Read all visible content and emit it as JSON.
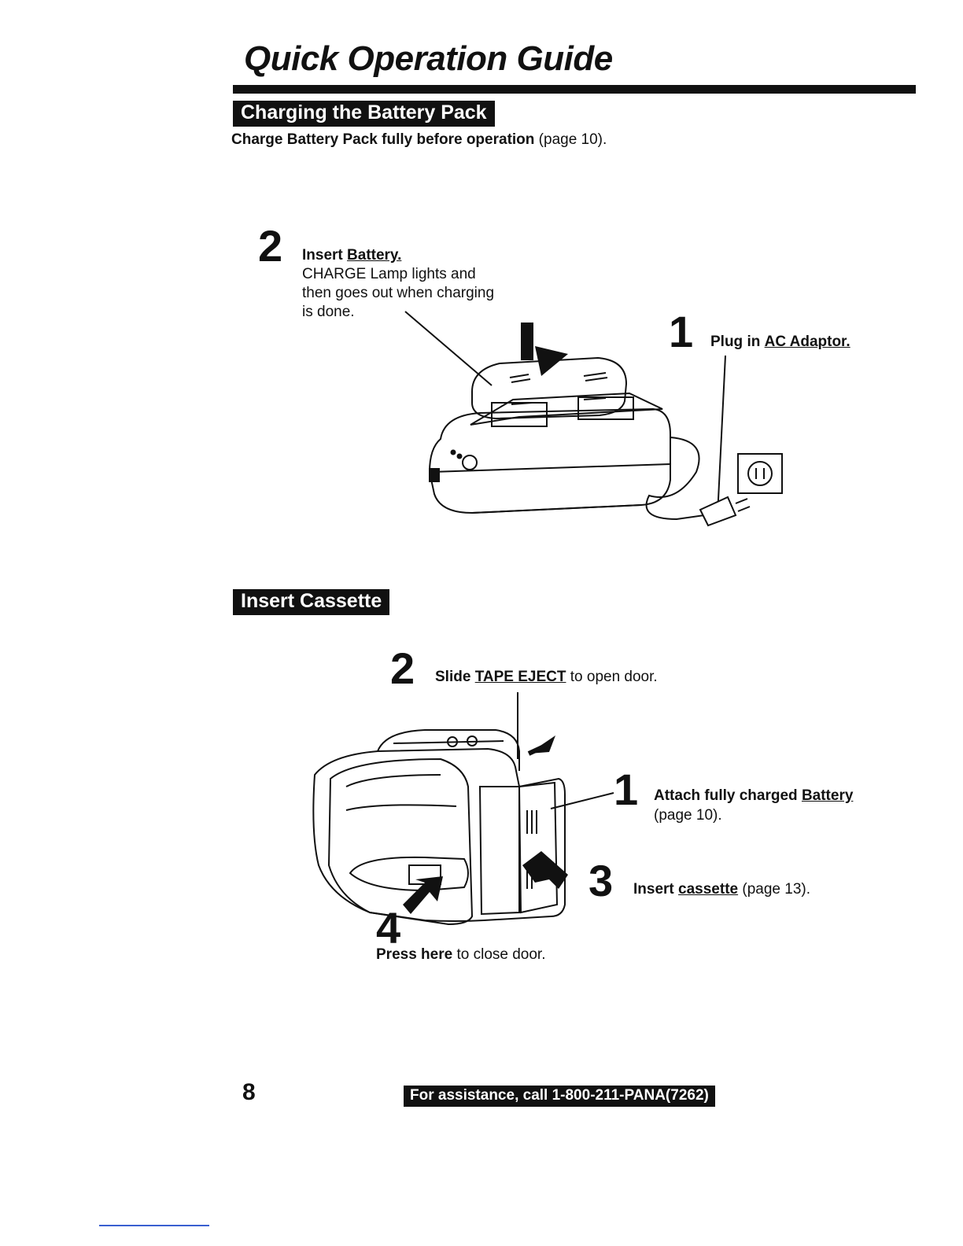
{
  "page": {
    "title": "Quick Operation Guide",
    "page_number": "8",
    "assistance": "For assistance, call 1-800-211-PANA(7262)"
  },
  "charging": {
    "heading": "Charging the Battery Pack",
    "intro_bold": "Charge Battery Pack fully before operation",
    "intro_ref": "(page 10).",
    "step2": {
      "num": "2",
      "label_bold": "Insert",
      "label_link": "Battery.",
      "desc": [
        "CHARGE Lamp lights and",
        "then goes out when charging",
        "is done."
      ]
    },
    "step1": {
      "num": "1",
      "label_bold": "Plug in",
      "label_link": "AC Adaptor."
    }
  },
  "cassette": {
    "heading": "Insert Cassette",
    "step2": {
      "num": "2",
      "label_bold": "Slide",
      "label_link": "TAPE EJECT",
      "label_rest": "to open door."
    },
    "step1": {
      "num": "1",
      "label_bold": "Attach fully charged",
      "label_link": "Battery",
      "ref": "(page 10)."
    },
    "step3": {
      "num": "3",
      "label_bold": "Insert",
      "label_link": "cassette",
      "ref": "(page 13)."
    },
    "step4": {
      "num": "4",
      "label_bold": "Press here",
      "label_rest": "to close door."
    }
  }
}
